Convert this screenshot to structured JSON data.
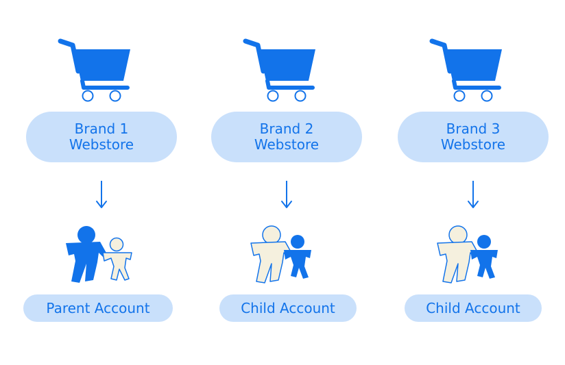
{
  "colors": {
    "primary": "#1273ea",
    "pill": "#c9e0fb",
    "light_figure": "#f5f0de"
  },
  "columns": [
    {
      "store": {
        "line1": "Brand 1",
        "line2": "Webstore"
      },
      "cart_icon": "shopping-cart-icon",
      "people_icon": "parent-with-child-icon",
      "account": "Parent Account"
    },
    {
      "store": {
        "line1": "Brand 2",
        "line2": "Webstore"
      },
      "cart_icon": "shopping-cart-icon",
      "people_icon": "child-highlighted-icon",
      "account": "Child Account"
    },
    {
      "store": {
        "line1": "Brand 3",
        "line2": "Webstore"
      },
      "cart_icon": "shopping-cart-icon",
      "people_icon": "child-highlighted-icon",
      "account": "Child Account"
    }
  ]
}
